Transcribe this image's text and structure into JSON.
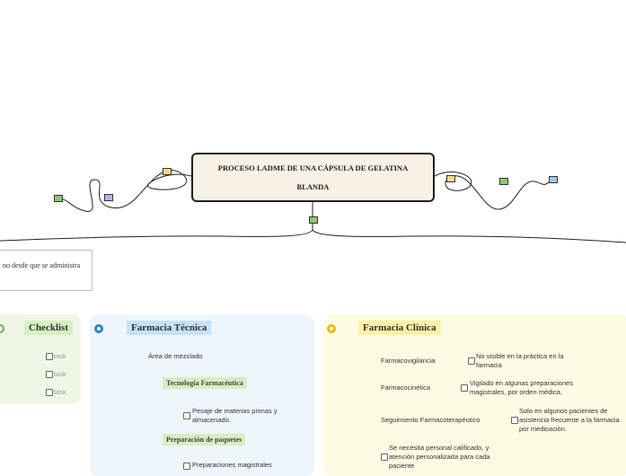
{
  "central_topic": {
    "line1": "PROCESO LADME DE UNA CÁPSULA DE GELATINA",
    "line2": "BLANDA"
  },
  "note": {
    "text": "no desde que se administra"
  },
  "checklist": {
    "title": "Checklist",
    "tasks": [
      "task",
      "task",
      "task"
    ]
  },
  "farmacia_tecnica": {
    "title": "Farmacia Técnica",
    "area": "Área de mezclado",
    "subtopics": [
      {
        "title": "Tecnología Farmacéutica",
        "item": "Pesaje de materias primas y almacenado."
      },
      {
        "title": "Preparación de paquetes",
        "item": "Preparaciones magistrales"
      }
    ]
  },
  "farmacia_clinica": {
    "title": "Farmacia Clínica",
    "items": [
      {
        "label": "Farmacovigilancia",
        "detail": "No visible en la práctica en la farmacia"
      },
      {
        "label": "Farmacocinética",
        "detail": "Vigilado en algunas preparaciones magistrales, por orden médica."
      },
      {
        "label": "Seguimiento Farmacoterapéutico",
        "detail": "Solo en algunos pacientes de asistencia frecuente a la farmacia por medicación."
      },
      {
        "label": "",
        "detail": "Se necesita personal calificado, y atención personalizada para cada paciente"
      }
    ]
  },
  "colors": {
    "green_bg": "#eef6e6",
    "blue_bg": "#eef5fb",
    "yellow_bg": "#fefbe4",
    "central_bg": "#f8f1e5"
  }
}
